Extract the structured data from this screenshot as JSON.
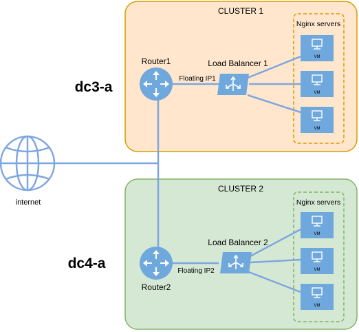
{
  "clusters": [
    {
      "title": "CLUSTER 1",
      "dc_label": "dc3-a",
      "group_label": "Nginx servers",
      "router": "Router1",
      "balancer": "Load Balancer 1",
      "floating_ip": "Floating IP1",
      "vm_label": "VM"
    },
    {
      "title": "CLUSTER 2",
      "dc_label": "dc4-a",
      "group_label": "Nginx servers",
      "router": "Router2",
      "balancer": "Load Balancer 2",
      "floating_ip": "Floating IP2",
      "vm_label": "VM"
    }
  ],
  "internet": {
    "label": "internet"
  },
  "colors": {
    "cluster1_fill": "#ffe6cc",
    "cluster1_stroke": "#d79b00",
    "dc3_text": "#f5b472",
    "cluster2_fill": "#d5e8d4",
    "cluster2_stroke": "#82b366",
    "dc4_text": "#97d077",
    "node_blue": "#6fa8dc",
    "line_blue": "#7ea6e0",
    "internet_text": "#7ea6e0"
  }
}
